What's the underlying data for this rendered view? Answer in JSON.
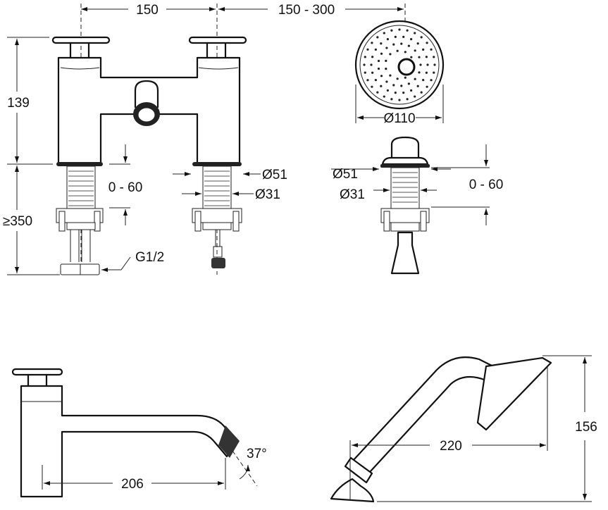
{
  "drawing": {
    "front_view": {
      "handle_spacing": "150",
      "spacing_range": "150 - 300",
      "height": "139",
      "supply_length": "≥350",
      "deck_thickness": "0 - 60",
      "flange_diameter": "Ø51",
      "shank_diameter": "Ø31",
      "thread": "G1/2"
    },
    "shower_head_view": {
      "head_diameter": "Ø110",
      "flange_diameter": "Ø51",
      "shank_diameter": "Ø31",
      "deck_thickness": "0 - 60"
    },
    "spout_side_view": {
      "reach": "206",
      "angle": "37°"
    },
    "handshower_side_view": {
      "length": "220",
      "height": "156"
    }
  }
}
